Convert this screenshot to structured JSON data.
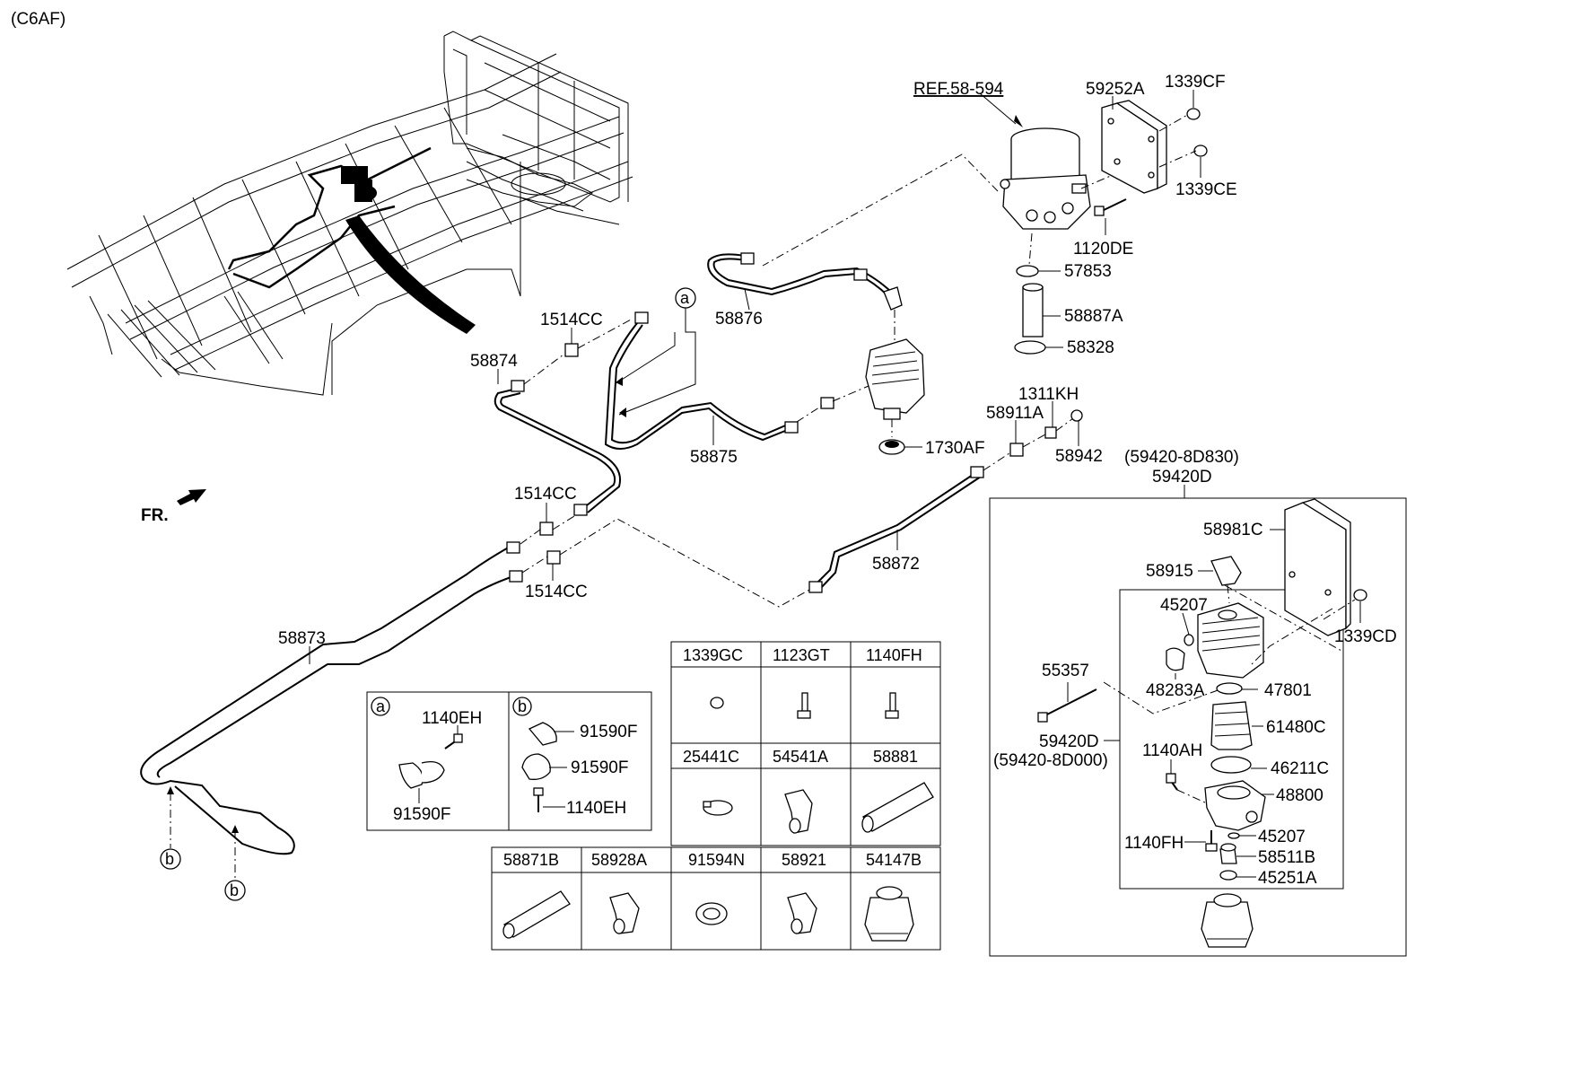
{
  "model_code": "(C6AF)",
  "front_label": "FR.",
  "callout_a": "a",
  "callout_b": "b",
  "parts": {
    "ref_58_594": "REF.58-594",
    "p59252A": "59252A",
    "p1339CF": "1339CF",
    "p1339CE": "1339CE",
    "p1120DE": "1120DE",
    "p57853": "57853",
    "p58887A": "58887A",
    "p58328": "58328",
    "p58876": "58876",
    "p1514CC_1": "1514CC",
    "p58874": "58874",
    "p58875": "58875",
    "p1730AF": "1730AF",
    "p1311KH": "1311KH",
    "p58911A": "58911A",
    "p58942": "58942",
    "p59420_8D830": "(59420-8D830)",
    "p59420D_top": "59420D",
    "p1514CC_2": "1514CC",
    "p1514CC_3": "1514CC",
    "p58872": "58872",
    "p58873": "58873",
    "p58981C": "58981C",
    "p58915": "58915",
    "p45207_1": "45207",
    "p1339CD": "1339CD",
    "p55357": "55357",
    "p48283A": "48283A",
    "p47801": "47801",
    "p61480C": "61480C",
    "p59420D_bot": "59420D",
    "p59420_8D000": "(59420-8D000)",
    "p1140AH": "1140AH",
    "p46211C": "46211C",
    "p48800": "48800",
    "p45207_2": "45207",
    "p1140FH_main": "1140FH",
    "p58511B": "58511B",
    "p45251A": "45251A"
  },
  "detail_a": {
    "bolt": "1140EH",
    "clamp": "91590F"
  },
  "detail_b": {
    "clamp_1": "91590F",
    "clamp_2": "91590F",
    "bolt": "1140EH"
  },
  "grid_upper": [
    "1339GC",
    "1123GT",
    "1140FH",
    "25441C",
    "54541A",
    "58881"
  ],
  "grid_lower": [
    "58871B",
    "58928A",
    "91594N",
    "58921",
    "54147B"
  ]
}
